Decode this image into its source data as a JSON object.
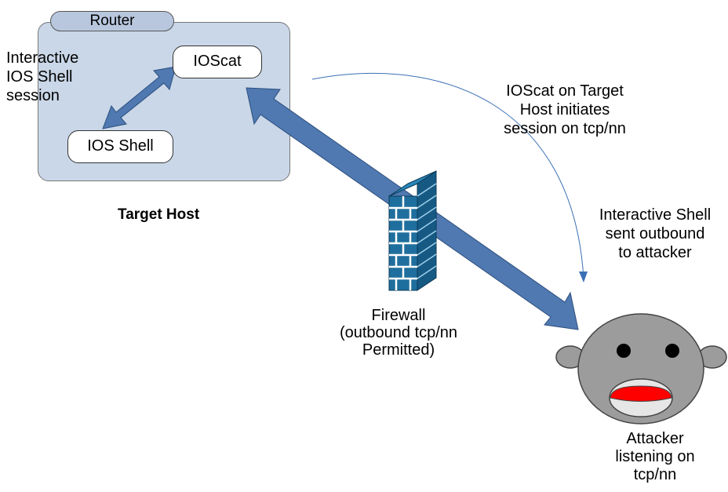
{
  "router_box": {
    "label": "Router"
  },
  "nodes": {
    "ioscat": "IOScat",
    "ios_shell": "IOS Shell"
  },
  "labels": {
    "interactive_session": "Interactive\nIOS Shell\nsession",
    "target_host": "Target Host",
    "ioscat_initiates": "IOScat on Target\nHost initiates\nsession on tcp/nn",
    "shell_outbound": "Interactive Shell\nsent outbound\nto attacker",
    "firewall": "Firewall\n(outbound tcp/nn\nPermitted)",
    "attacker": "Attacker\nlistening on\ntcp/nn"
  },
  "colors": {
    "router_fill": "#c9d7e8",
    "router_tab_fill": "#b8c7de",
    "arrow_fill": "#4f79b0",
    "firewall_fill": "#1f6f9e",
    "monkey_face": "#9c9c9c",
    "monkey_mouth": "#ff0000",
    "curve": "#3a6fb5"
  },
  "icons": {
    "firewall": "brick-wall-icon",
    "attacker": "sock-monkey-icon"
  }
}
